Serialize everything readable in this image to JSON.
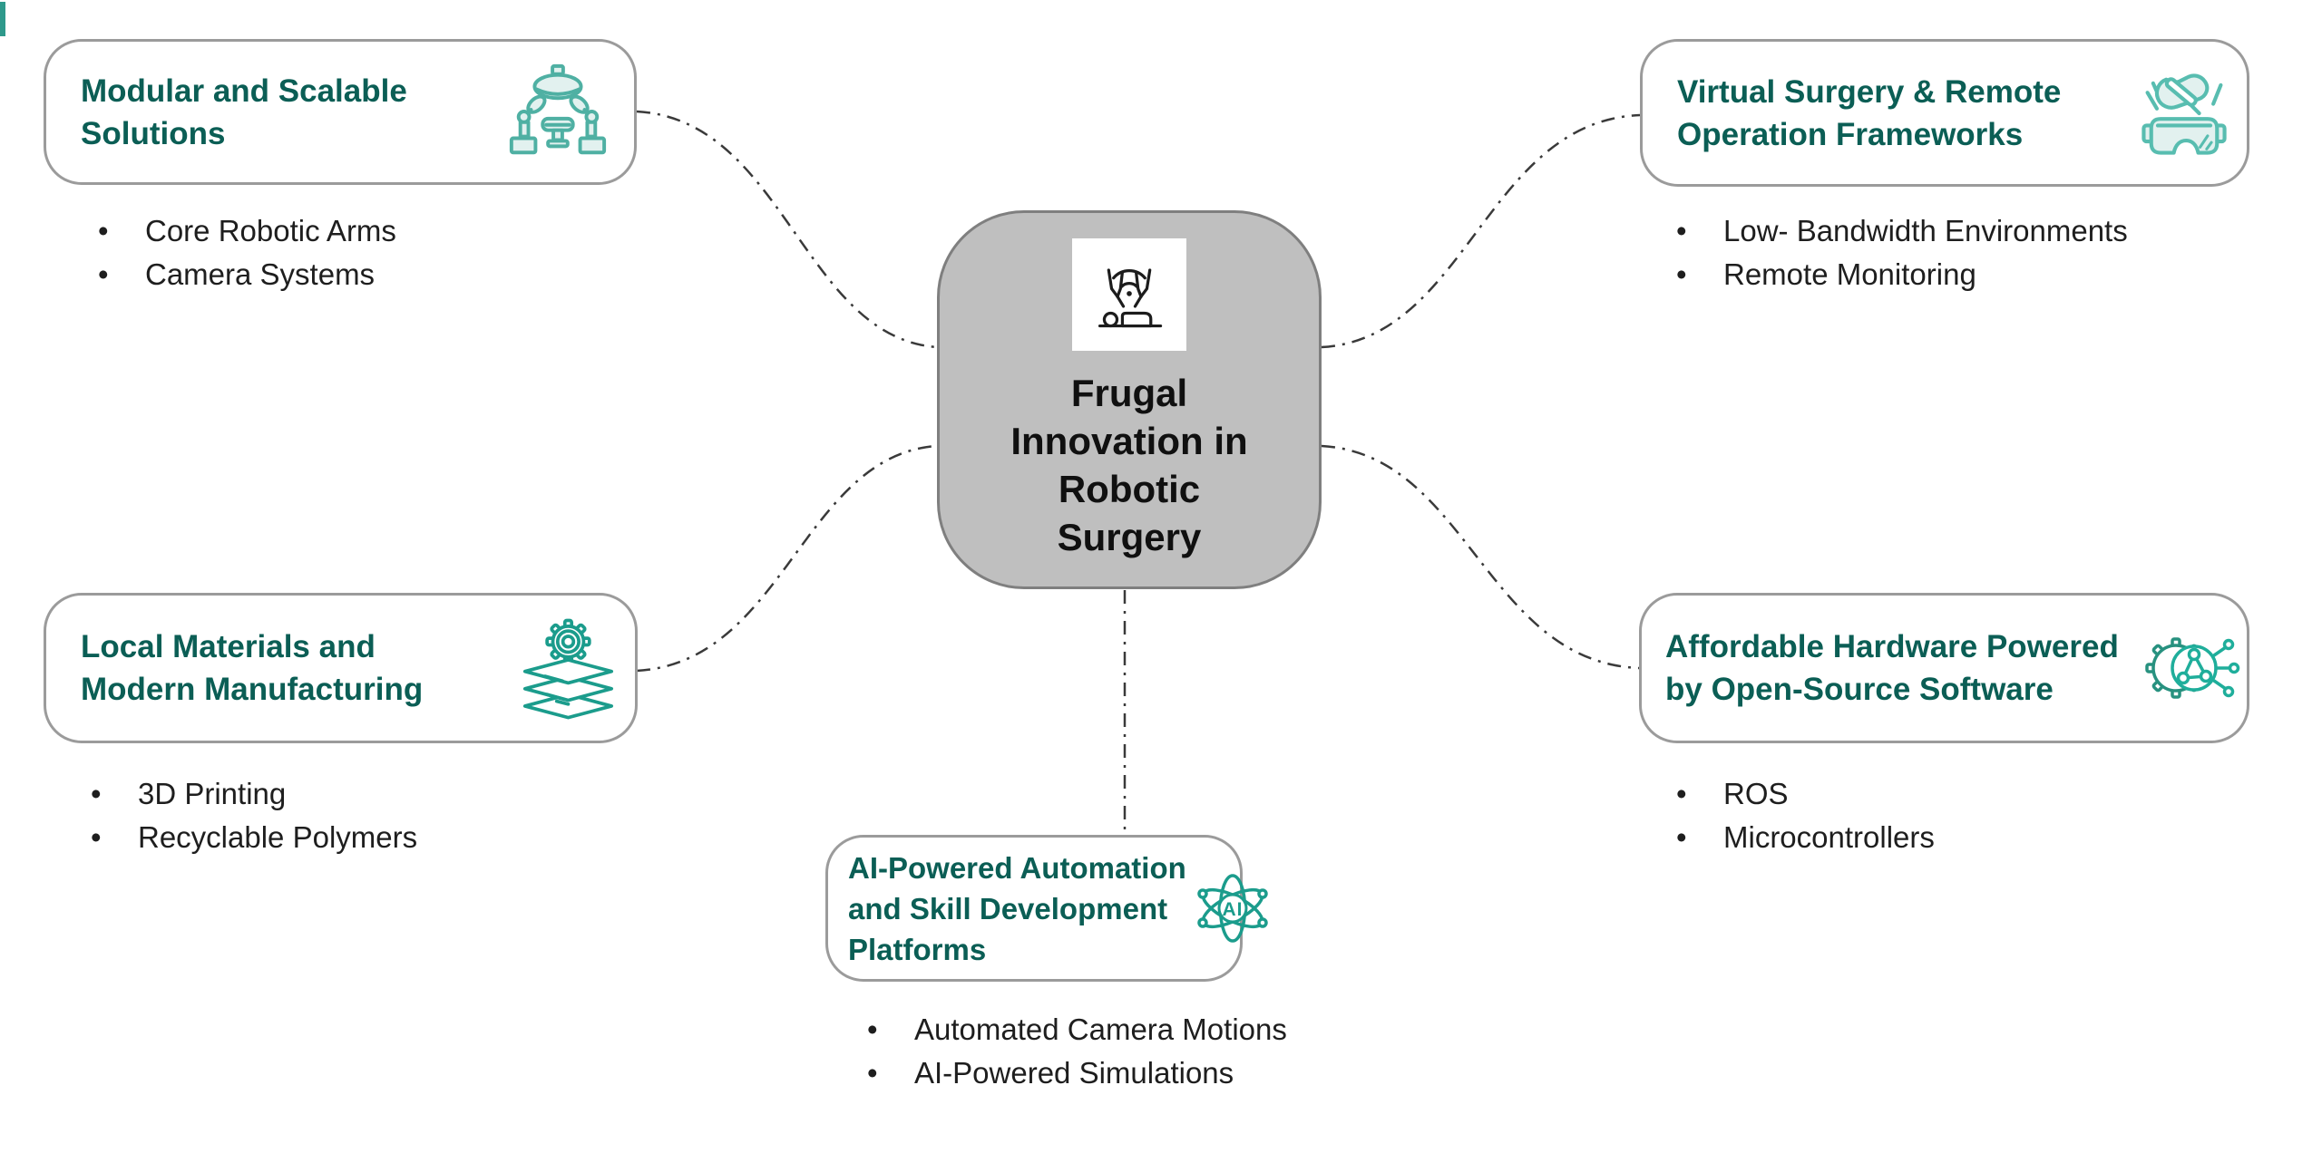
{
  "diagram": {
    "center": {
      "title_lines": [
        "Frugal",
        "Innovation in",
        "Robotic",
        "Surgery"
      ],
      "icon": "robotic-arms-wifi-patient-icon",
      "fill_color": "#bfbfbf",
      "border_color": "#7f7f7f"
    },
    "branches": [
      {
        "id": "modular-scalable",
        "position": "top-left",
        "title_lines": [
          "Modular and Scalable",
          "Solutions"
        ],
        "icon": "surgical-robot-station-icon",
        "bullets": [
          "Core Robotic Arms",
          "Camera Systems"
        ]
      },
      {
        "id": "virtual-remote",
        "position": "top-right",
        "title_lines": [
          "Virtual Surgery & Remote",
          "Operation Frameworks"
        ],
        "icon": "vr-goggles-scalpel-icon",
        "bullets": [
          "Low- Bandwidth Environments",
          "Remote Monitoring"
        ]
      },
      {
        "id": "local-materials",
        "position": "bottom-left",
        "title_lines": [
          "Local Materials and",
          "Modern Manufacturing"
        ],
        "icon": "layered-materials-gear-icon",
        "bullets": [
          "3D Printing",
          "Recyclable Polymers"
        ]
      },
      {
        "id": "affordable-hardware",
        "position": "bottom-right",
        "title_lines": [
          "Affordable Hardware Powered",
          "by Open-Source Software"
        ],
        "icon": "gear-network-icon",
        "bullets": [
          "ROS",
          "Microcontrollers"
        ]
      },
      {
        "id": "ai-platforms",
        "position": "bottom-center",
        "title_lines": [
          "AI-Powered Automation",
          "and Skill Development",
          "Platforms"
        ],
        "icon": "ai-atom-icon",
        "ai_label": "AI",
        "bullets": [
          "Automated Camera Motions",
          "AI-Powered Simulations"
        ]
      }
    ],
    "colors": {
      "card_title": "#0b5e55",
      "bullet_text": "#1e1e1e",
      "card_border": "#9b9b9b",
      "node_fill": "#bfbfbf",
      "node_border": "#7f7f7f",
      "connector": "#3a3a3a",
      "icon_teal_dark": "#1b9c8c",
      "icon_teal_light": "#4fb0a3",
      "icon_fill_light": "#e2f1ef",
      "edge_accent": "#2e998b"
    }
  }
}
